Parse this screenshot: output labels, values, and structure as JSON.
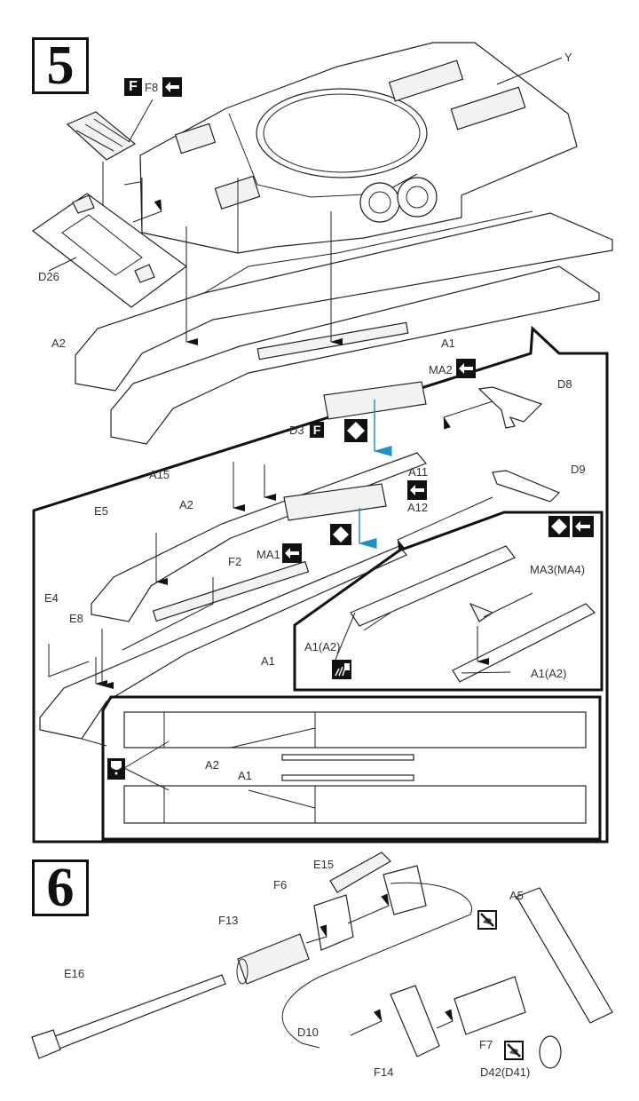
{
  "steps": [
    {
      "number": "5",
      "labels": {
        "f8": "F8",
        "y": "Y",
        "d26": "D26",
        "a2_top": "A2",
        "a1_top": "A1",
        "ma2": "MA2",
        "d8": "D8",
        "d3": "D3",
        "a15": "A15",
        "a11": "A11",
        "a12": "A12",
        "d9": "D9",
        "e5": "E5",
        "a2_mid": "A2",
        "f2": "F2",
        "ma1": "MA1",
        "e4": "E4",
        "e8": "E8",
        "a1_mid": "A1",
        "ma3": "MA3(MA4)",
        "a1a2_left": "A1(A2)",
        "a1a2_right": "A1(A2)",
        "a2_bottom": "A2",
        "a1_bottom": "A1"
      },
      "symbols": {
        "sprue_f": "F",
        "sprue_f_d3": "F"
      }
    },
    {
      "number": "6",
      "labels": {
        "e15": "E15",
        "f6": "F6",
        "a5": "A5",
        "f13": "F13",
        "e16": "E16",
        "d10": "D10",
        "f7": "F7",
        "f14": "F14",
        "d42": "D42(D41)"
      }
    }
  ],
  "icons": {
    "sprue": "sprue-letter-icon",
    "mirror": "both-sides-icon",
    "choose": "diamond-option-icon",
    "no_glue": "no-glue-icon",
    "cut": "cut-off-icon",
    "drill": "drill-hole-icon"
  },
  "colors": {
    "ink": "#111111",
    "label": "#333333",
    "blue_arrow": "#1f8fc8"
  }
}
